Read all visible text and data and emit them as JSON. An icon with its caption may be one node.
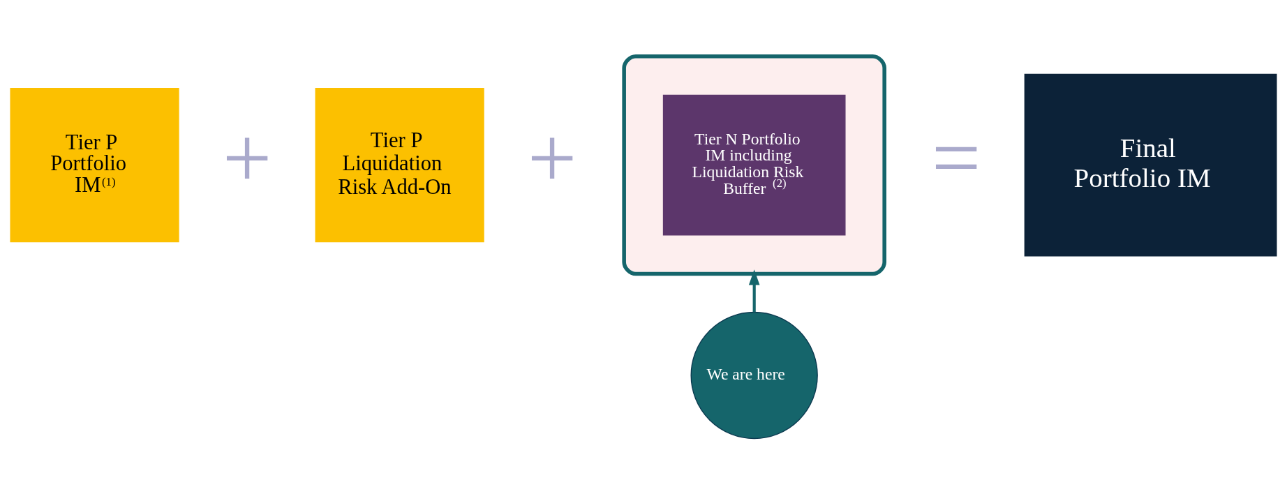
{
  "diagram": {
    "nodes": [
      {
        "text": [
          "Tier P Portfolio IM$^{(1)}$"
        ]
      },
      {
        "text": [
          "Tier P Liquidation Risk Add-On"
        ]
      },
      {
        "text": [],
        "shape": "box"
      },
      {
        "text": [
          "Tier N Portfolio IM including Liquidation Risk Buffer$^{(2)}$"
        ],
        "in": 2
      },
      {
        "text": [
          "Final Portfolio IM"
        ]
      },
      {
        "text": [
          "We are here"
        ]
      }
    ],
    "edges": [
      {
        "from": 5,
        "to": 2,
        "arrow": "to"
      }
    ],
    "labels": [
      "+",
      "+",
      "="
    ]
  }
}
